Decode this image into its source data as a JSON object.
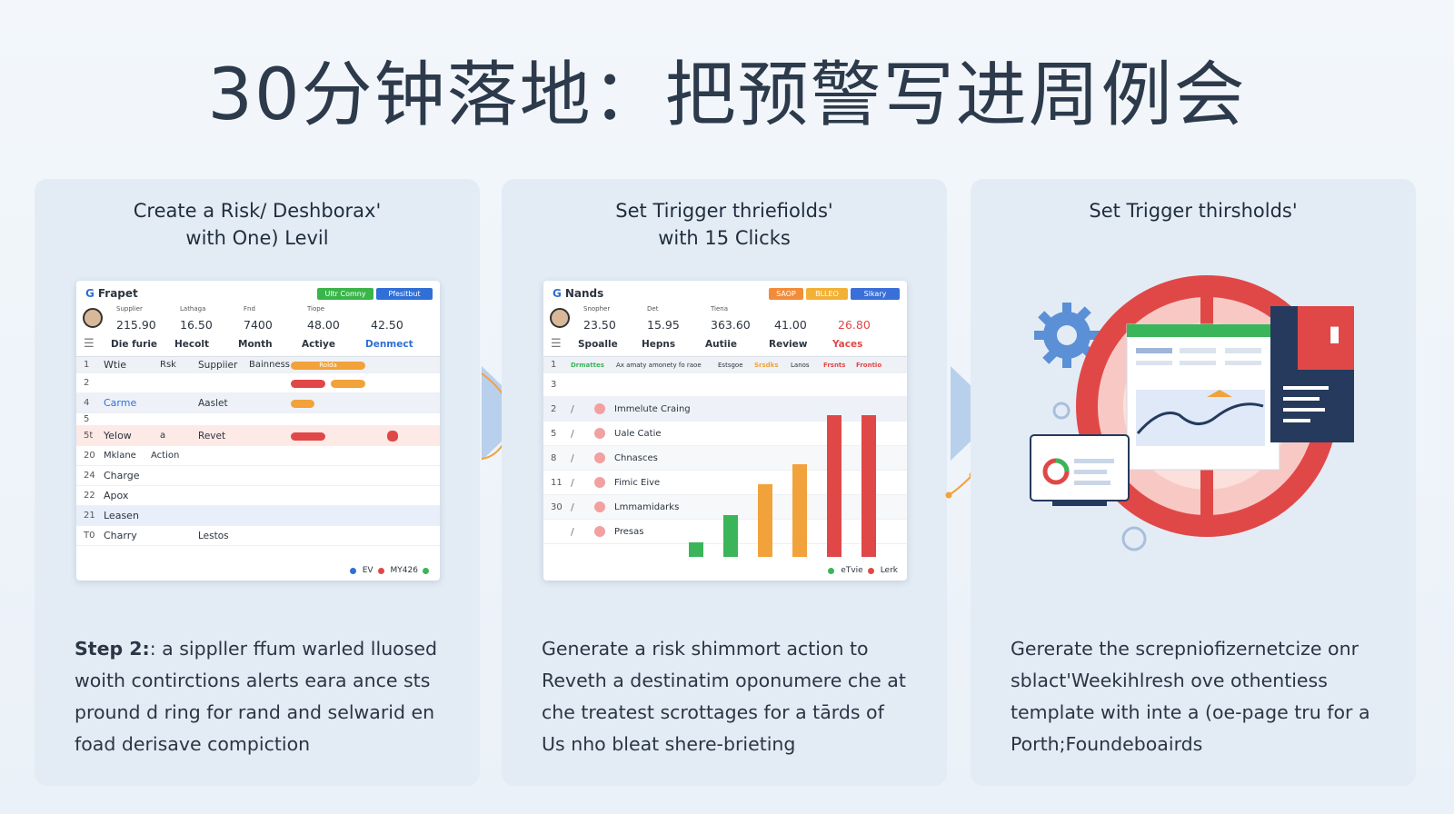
{
  "title": "30分钟落地：把预警写进周例会",
  "cards": [
    {
      "title_lines": [
        "Create a Risk/ Deshborax'",
        "with One) Levil"
      ],
      "body_lead": "Step 2:",
      "body_lines": [
        ": a sippller ffum warled lluosed",
        "woith contirctions alerts eara ance sts",
        "pround d ring for rand and selwarid en",
        "foad derisave compiction"
      ],
      "dashboard": {
        "app_name": "Frapet",
        "buttons": [
          {
            "label": "Ultr Comny",
            "color": "#39b54a"
          },
          {
            "label": "Pfesitbut",
            "color": "#2f6fd6"
          }
        ],
        "metric_labels": [
          "Supplier",
          "Lathaga",
          "Fnd",
          "Tiope"
        ],
        "metric_values": [
          "215.90",
          "16.50",
          "7400",
          "48.00",
          "42.50"
        ],
        "sub_labels": [
          "Die furie",
          "Hecolt",
          "Month",
          "Actiye",
          "Denmect"
        ],
        "header_cells": [
          "Wtie",
          "Rsk",
          "Suppiier",
          "Bainness",
          "Rolda"
        ],
        "rows": [
          {
            "num": "1",
            "c1": "Wtie",
            "c2": "Rsk",
            "c3": "Suppiier"
          },
          {
            "num": "2",
            "c1": "",
            "c2": "",
            "c3": ""
          },
          {
            "num": "4",
            "c1": "Carme",
            "c2": "",
            "c3": "Aaslet"
          },
          {
            "num": "5",
            "c1": "",
            "c2": "",
            "c3": ""
          },
          {
            "num": "5t",
            "c1": "Yelow",
            "c2": "a",
            "c3": "Revet"
          },
          {
            "num": "20",
            "c1": "Mklane",
            "c2": "Action",
            "c3": ""
          },
          {
            "num": "24",
            "c1": "Charge",
            "c2": "",
            "c3": ""
          },
          {
            "num": "22",
            "c1": "Apox",
            "c2": "",
            "c3": ""
          },
          {
            "num": "21",
            "c1": "Leasen",
            "c2": "",
            "c3": ""
          },
          {
            "num": "T0",
            "c1": "Charry",
            "c2": "",
            "c3": "Lestos"
          }
        ],
        "legend": [
          "EV",
          "MY426"
        ]
      }
    },
    {
      "title_lines": [
        "Set Tirigger thriefiolds'",
        "with 15 Clicks"
      ],
      "body_lines": [
        "Generate a risk shimmort action to",
        "Reveth a destinatim oponumere che at",
        "che treatest scrottages for a tārds of",
        "Us nho bleat shere-brieting"
      ],
      "dashboard": {
        "app_name": "Nands",
        "buttons": [
          {
            "label": "SAOP",
            "color": "#f28c38"
          },
          {
            "label": "BLLEO",
            "color": "#f2b134"
          },
          {
            "label": "Slkary",
            "color": "#3a6fd8"
          }
        ],
        "metric_labels": [
          "Snopher",
          "Det",
          "Tiena"
        ],
        "metric_values": [
          "23.50",
          "15.95",
          "363.60",
          "41.00",
          "26.80"
        ],
        "sub_labels": [
          "Spoalle",
          "Hepns",
          "Autiie",
          "Review",
          "Yaces"
        ],
        "header_cells": [
          "Drmattes",
          "Ax amaty amonety fo raoe",
          "Estsgoe",
          "Srsdks",
          "Lanos",
          "Frsnts",
          "Frontio"
        ],
        "rows": [
          {
            "num": "1",
            "label": ""
          },
          {
            "num": "3",
            "label": ""
          },
          {
            "num": "2",
            "label": "Immelute Craing"
          },
          {
            "num": "5",
            "label": "Uale Catie"
          },
          {
            "num": "8",
            "label": "Chnasces"
          },
          {
            "num": "11",
            "label": "Fimic Eive"
          },
          {
            "num": "30",
            "label": "Lmmamidarks"
          },
          {
            "num": "",
            "label": "Presas"
          }
        ],
        "legend": [
          "eTvie",
          "Lerk"
        ]
      }
    },
    {
      "title_lines": [
        "Set Trigger thirsholds'"
      ],
      "body_lines": [
        "Gererate the screpniofizernetcize onr",
        "sblact'Weekihlresh ove othentiess",
        "template with inte a (oe-page tru for a",
        "Porth;Foundeboairds"
      ]
    }
  ],
  "colors": {
    "red": "#e04848",
    "orange": "#f2a23a",
    "green": "#3bb55a",
    "blue": "#2f6fd6",
    "navy": "#253a5c"
  }
}
